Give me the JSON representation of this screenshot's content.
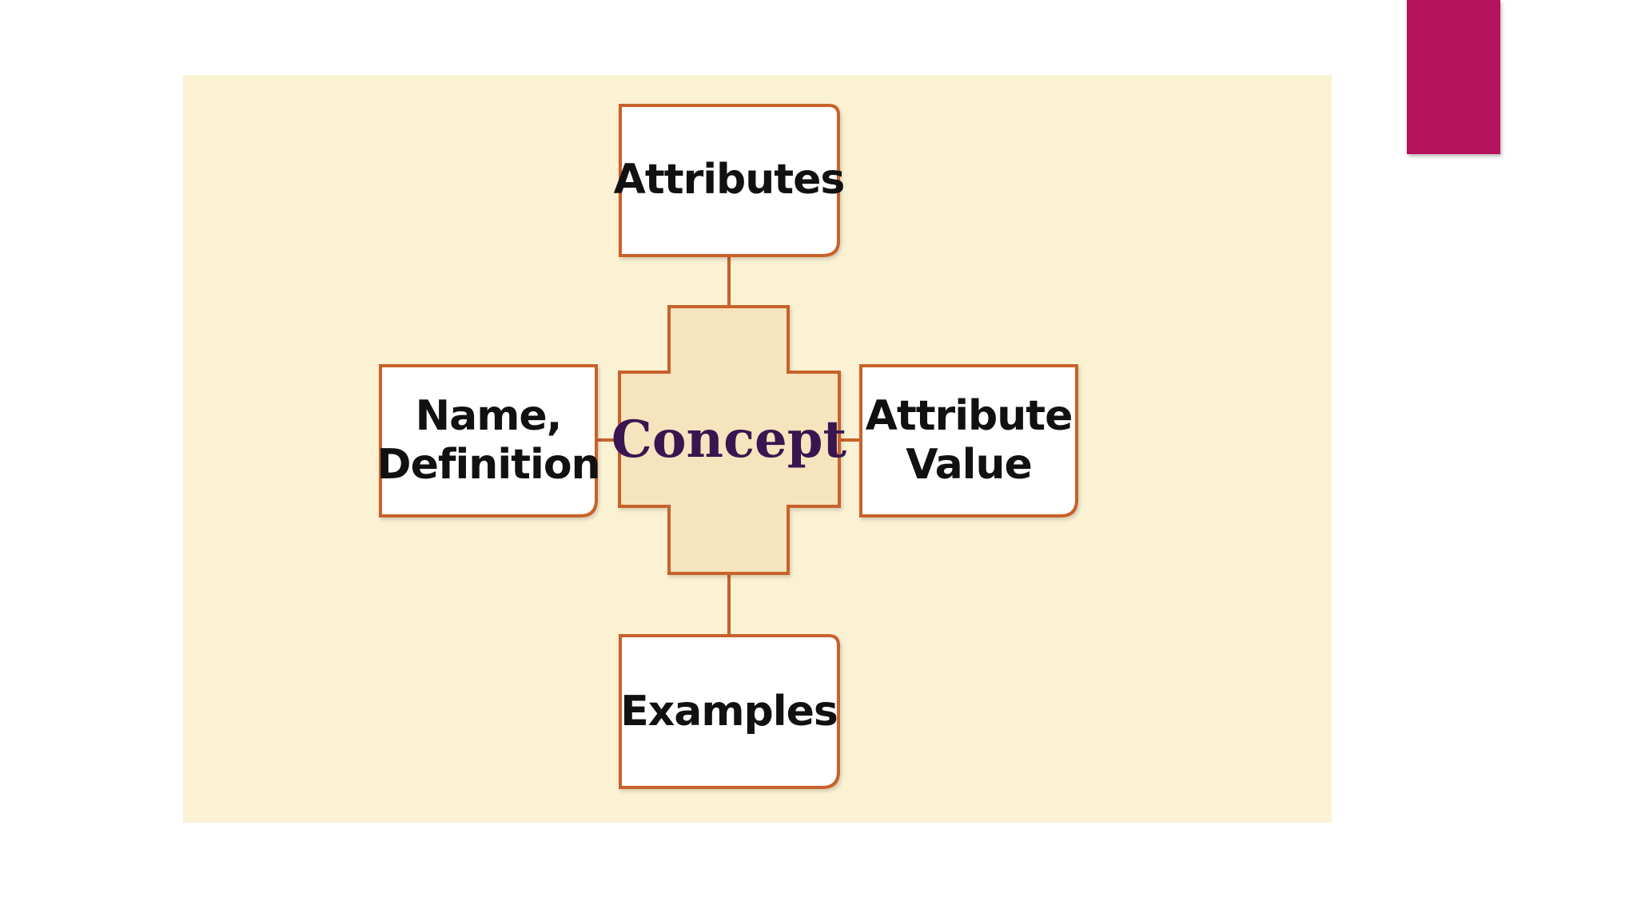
{
  "slide": {
    "accent_color": "#b5125d",
    "figure_background": "#fbf1d3",
    "box_border_color": "#c8622a"
  },
  "diagram": {
    "center": {
      "label": "Concept"
    },
    "nodes": {
      "top": {
        "label": "Attributes"
      },
      "left": {
        "line1": "Name,",
        "line2": "Definition"
      },
      "right": {
        "line1": "Attribute",
        "line2": "Value"
      },
      "bottom": {
        "label": "Examples"
      }
    }
  }
}
